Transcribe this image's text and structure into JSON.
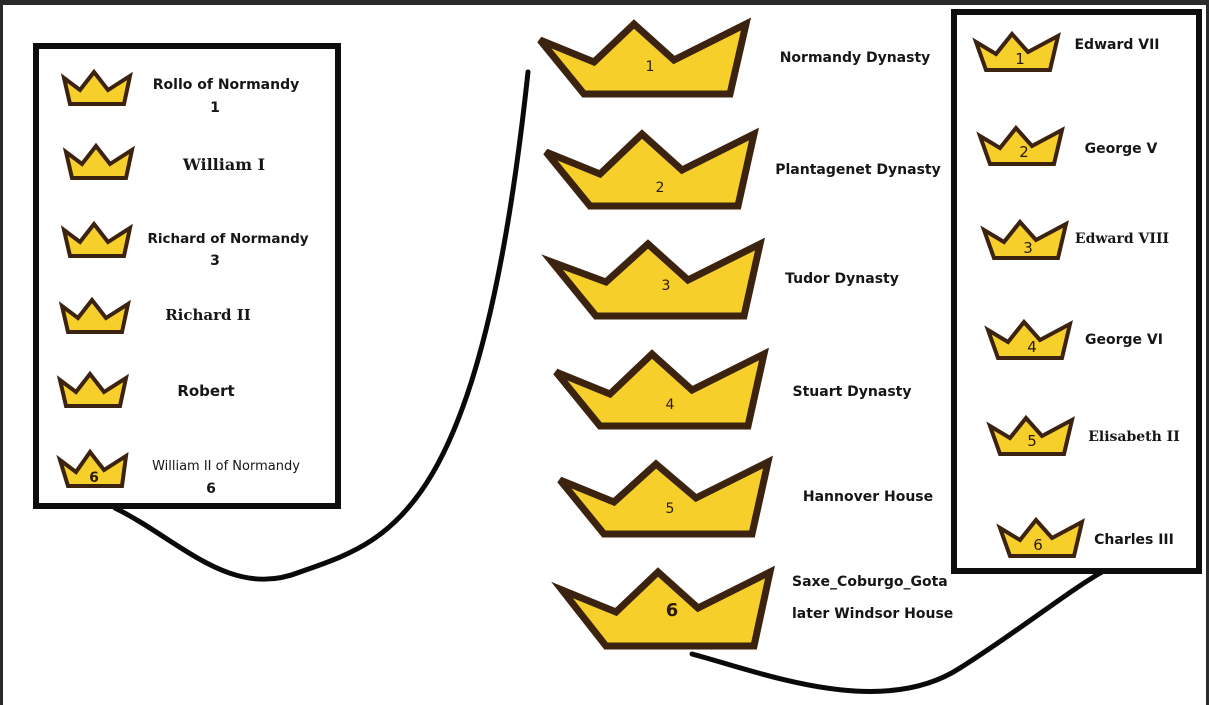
{
  "normandy_dukes": [
    {
      "name": "Rollo of Normandy",
      "number": "1"
    },
    {
      "name": "William I",
      "number": ""
    },
    {
      "name": "Richard of Normandy",
      "number": "3"
    },
    {
      "name": "Richard II",
      "number": ""
    },
    {
      "name": "Robert",
      "number": ""
    },
    {
      "name": "William II of Normandy",
      "number": "6",
      "crown_number": "6"
    }
  ],
  "dynasties": [
    {
      "number": "1",
      "name": "Normandy Dynasty"
    },
    {
      "number": "2",
      "name": "Plantagenet Dynasty"
    },
    {
      "number": "3",
      "name": "Tudor Dynasty"
    },
    {
      "number": "4",
      "name": "Stuart Dynasty"
    },
    {
      "number": "5",
      "name": "Hannover House"
    },
    {
      "number": "6",
      "name": "Saxe_Coburgo_Gota",
      "name_line2": "later Windsor House"
    }
  ],
  "windsor_monarchs": [
    {
      "number": "1",
      "name": "Edward VII"
    },
    {
      "number": "2",
      "name": "George V"
    },
    {
      "number": "3",
      "name": "Edward VIII"
    },
    {
      "number": "4",
      "name": "George VI"
    },
    {
      "number": "5",
      "name": "Elisabeth II"
    },
    {
      "number": "6",
      "name": "Charles III"
    }
  ],
  "colors": {
    "crown_fill": "#f7cf2a",
    "crown_outline": "#3b2310",
    "box_border": "#0d0d0d"
  },
  "icons": {
    "crown": "crown-icon"
  }
}
